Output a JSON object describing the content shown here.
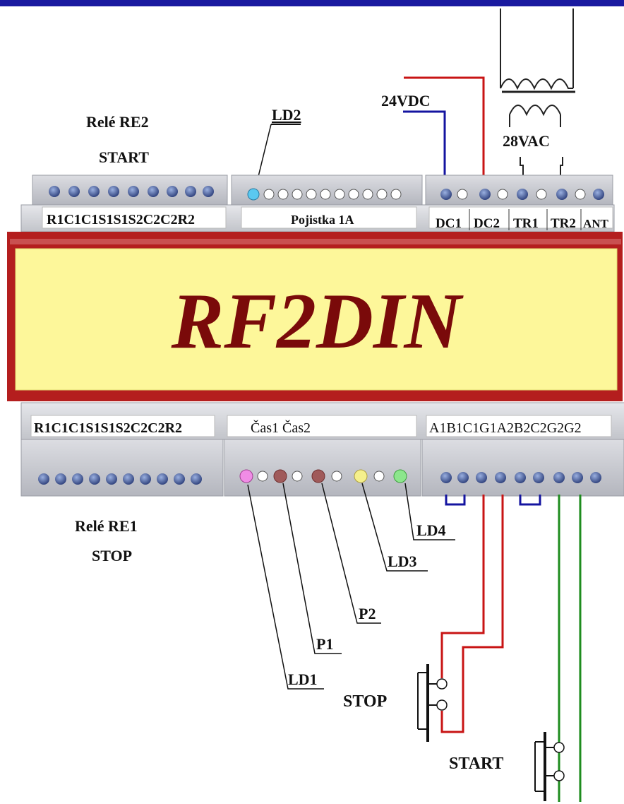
{
  "device_title": "RF2DIN",
  "top_left": {
    "relay_name": "Relé RE2",
    "relay_function": "START",
    "terminals": "R1C1C1S1S1S2C2C2R2"
  },
  "top_middle": {
    "led_label": "LD2",
    "fuse_label": "Pojistka 1A"
  },
  "top_right": {
    "voltage_dc": "24VDC",
    "voltage_ac": "28VAC",
    "terminal_labels": [
      "DC1",
      "DC2",
      "TR1",
      "TR2",
      "ANT"
    ]
  },
  "bottom_left": {
    "terminals": "R1C1C1S1S1S2C2C2R2",
    "relay_name": "Relé RE1",
    "relay_function": "STOP"
  },
  "bottom_middle": {
    "terminals": "Čas1 Čas2",
    "labels": [
      "LD4",
      "LD3",
      "P2",
      "P1",
      "LD1"
    ]
  },
  "bottom_right": {
    "terminals": "A1B1C1G1A2B2C2G2G2"
  },
  "buttons": {
    "stop": "STOP",
    "start": "START"
  },
  "colors": {
    "wire_red": "#c81414",
    "wire_blue": "#1414a0",
    "wire_green": "#1e8c1e",
    "display_fill": "#fdf79a",
    "title_color": "#7a0a0a",
    "frame_red": "#b41e1e",
    "led_blue": "#5ac8f0",
    "led_pink": "#f08ce6",
    "led_brown": "#a05a5a",
    "led_yellow": "#f5f08c",
    "led_green": "#8ce68c"
  }
}
